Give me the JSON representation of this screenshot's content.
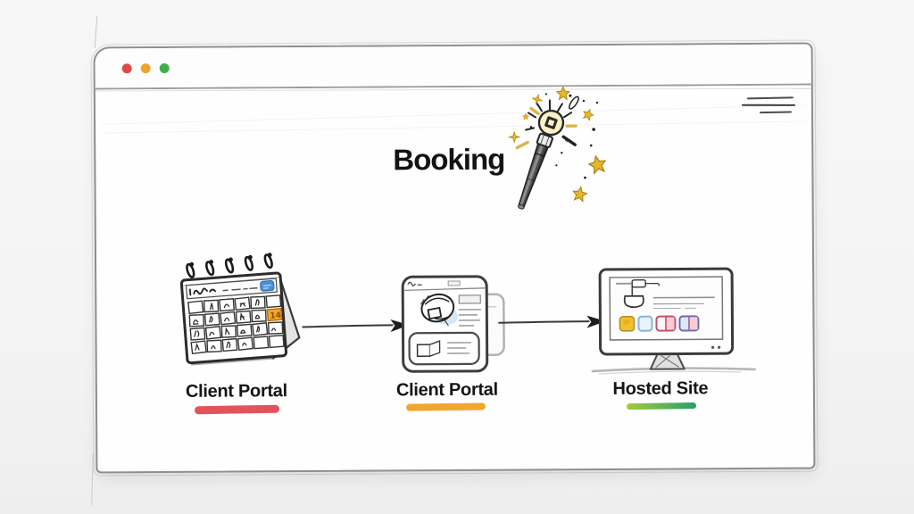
{
  "window": {
    "type": "sketched-browser-mockup",
    "traffic_lights": [
      {
        "name": "close",
        "color": "#d94b4b"
      },
      {
        "name": "minimize",
        "color": "#f0a32a"
      },
      {
        "name": "maximize",
        "color": "#3fae4e"
      }
    ],
    "menu_icon": "hamburger-menu"
  },
  "header": {
    "title": "Booking",
    "decoration_icon": "magic-wand-sparkles"
  },
  "flow": {
    "steps": [
      {
        "icon": "desk-calendar-icon",
        "label": "Client Portal",
        "underline_color": "#e4525c"
      },
      {
        "icon": "webpage-icon",
        "label": "Client Portal",
        "underline_color": "#f2a62f"
      },
      {
        "icon": "desktop-monitor-icon",
        "label": "Hosted Site",
        "underline_color_start": "#a5c93c",
        "underline_color_end": "#27a069"
      }
    ],
    "connector_icon": "arrow-right",
    "connector_count": 2
  },
  "illustration": {
    "calendar": {
      "highlighted_day": "14",
      "highlight_color": "#f5a623",
      "badge_color": "#4a90d9"
    },
    "monitor": {
      "tile_colors": [
        "#f0c22e",
        "#85b5d8",
        "#c4506b",
        "#6a6fae"
      ]
    },
    "wand": {
      "star_color": "#e7b52b"
    }
  }
}
